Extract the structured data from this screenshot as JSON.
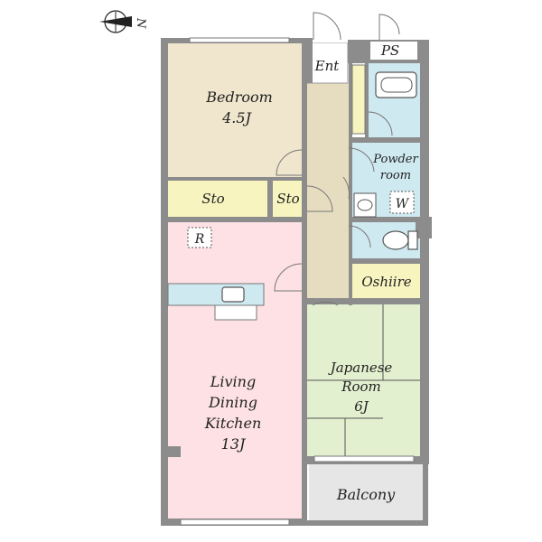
{
  "compass": {
    "label": "N",
    "icon": "north-arrow-icon"
  },
  "rooms": {
    "bedroom": {
      "name": "Bedroom",
      "size": "4.5J",
      "color": "#f0e6cd"
    },
    "storage_left": {
      "name": "Sto",
      "color": "#f8f4c0"
    },
    "storage_right": {
      "name": "Sto",
      "color": "#f8f4c0"
    },
    "entrance": {
      "name": "Ent"
    },
    "ps": {
      "name": "PS"
    },
    "powder_room": {
      "line1": "Powder",
      "line2": "room",
      "color": "#cfe9f0"
    },
    "washer": {
      "name": "W"
    },
    "fridge": {
      "name": "R"
    },
    "oshiire": {
      "name": "Oshiire",
      "color": "#f8f4c0"
    },
    "japanese_room": {
      "line1": "Japanese",
      "line2": "Room",
      "size": "6J",
      "color": "#e3f0cf"
    },
    "ldk": {
      "line1": "Living",
      "line2": "Dining",
      "line3": "Kitchen",
      "size": "13J",
      "color": "#fde1e4"
    },
    "balcony": {
      "name": "Balcony",
      "color": "#e6e6e6"
    },
    "hallway": {
      "color": "#e6dcc0"
    },
    "bath": {
      "color": "#cfe9f0"
    }
  }
}
